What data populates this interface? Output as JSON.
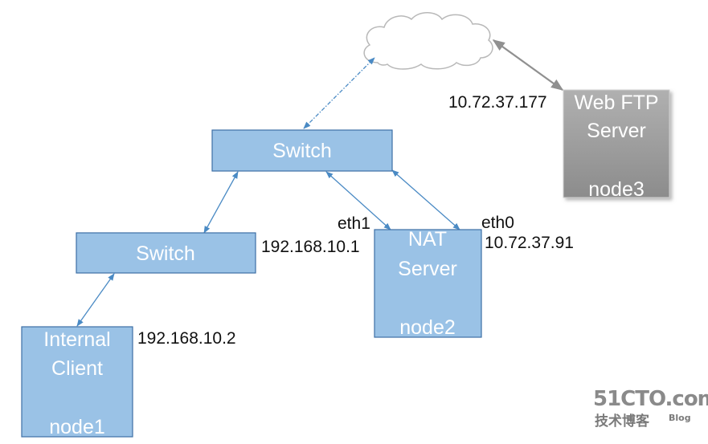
{
  "colors": {
    "box_fill": "#9ac2e6",
    "box_stroke": "#3d6fa5",
    "link": "#4a8ac4",
    "web_server_fill_top": "#a8a8a8",
    "web_server_fill_bottom": "#8f8f8f",
    "web_link": "#909090"
  },
  "nodes": {
    "switch_top": {
      "label": "Switch"
    },
    "switch_left": {
      "label": "Switch"
    },
    "nat_server": {
      "line1": "NAT",
      "line2": "Server",
      "line3": "node2"
    },
    "internal_client": {
      "line1": "Internal",
      "line2": "Client",
      "line3": "node1"
    },
    "web_ftp_server": {
      "line1": "Web FTP",
      "line2": "Server",
      "line3": "node3"
    },
    "internet_cloud": {
      "icon": "cloud-icon"
    }
  },
  "labels": {
    "web_server_ip": "10.72.37.177",
    "eth1": "eth1",
    "eth0": "eth0",
    "nat_internal_ip": "192.168.10.1",
    "nat_external_ip": "10.72.37.91",
    "client_ip": "192.168.10.2"
  },
  "watermark": {
    "site": "51CTO.com",
    "tagline": "技术博客",
    "blog": "Blog"
  }
}
